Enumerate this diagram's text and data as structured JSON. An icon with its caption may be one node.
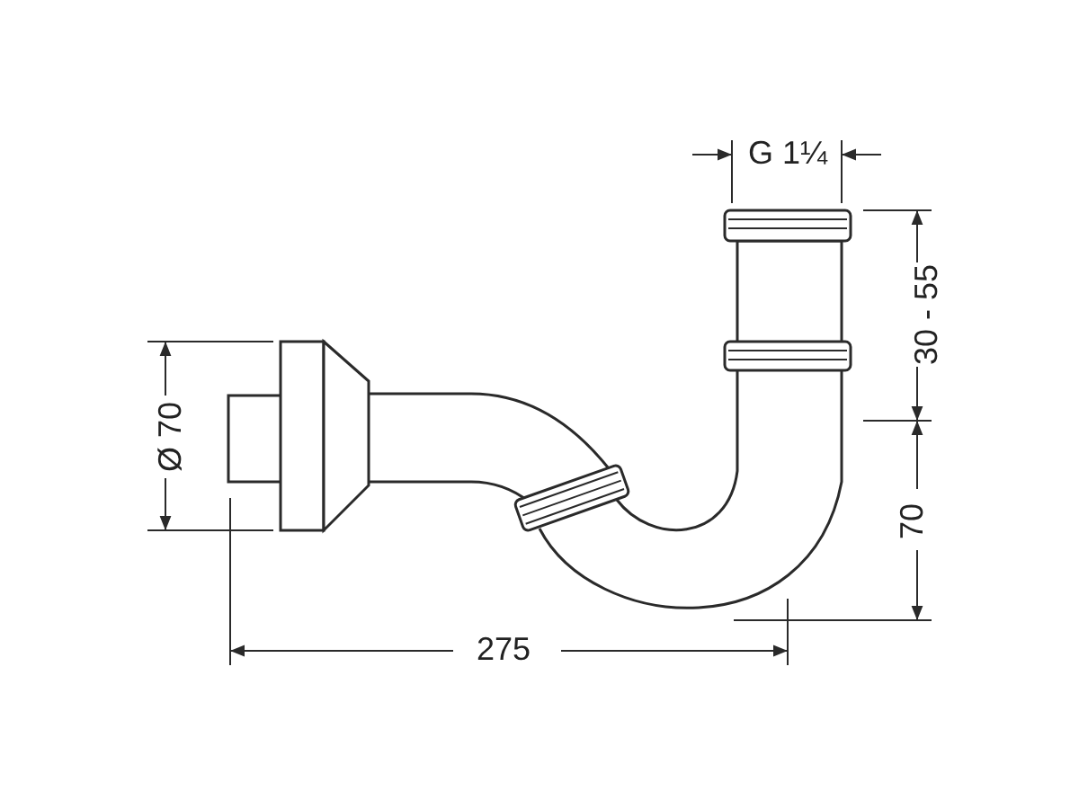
{
  "diagram": {
    "labels": [
      "G 1¼",
      "30 - 55",
      "Ø 70",
      "70",
      "275"
    ]
  }
}
